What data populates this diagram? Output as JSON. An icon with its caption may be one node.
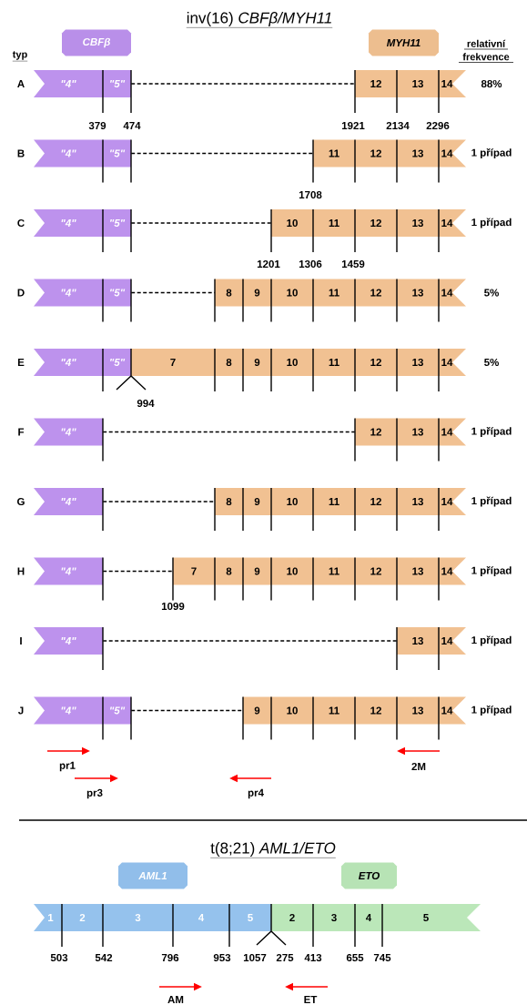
{
  "diagram": {
    "title": "inv(16) *CBFβ/MYH11*",
    "nodes": [
      {
        "text": [
          "CBFβ"
        ]
      },
      {
        "text": [
          "MYH11"
        ]
      },
      {
        "text": [
          "\"4\""
        ]
      },
      {
        "text": [
          "\"5\""
        ]
      },
      {
        "text": [
          "12"
        ]
      },
      {
        "text": [
          "13"
        ]
      },
      {
        "text": [
          "14"
        ]
      },
      {
        "text": [
          "\"4\""
        ]
      },
      {
        "text": [
          "\"5\""
        ]
      },
      {
        "text": [
          "11"
        ]
      },
      {
        "text": [
          "12"
        ]
      },
      {
        "text": [
          "13"
        ]
      },
      {
        "text": [
          "14"
        ]
      },
      {
        "text": [
          "\"4\""
        ]
      },
      {
        "text": [
          "\"5\""
        ]
      },
      {
        "text": [
          "10"
        ]
      },
      {
        "text": [
          "11"
        ]
      },
      {
        "text": [
          "12"
        ]
      },
      {
        "text": [
          "13"
        ]
      },
      {
        "text": [
          "14"
        ]
      },
      {
        "text": [
          "\"4\""
        ]
      },
      {
        "text": [
          "\"5\""
        ]
      },
      {
        "text": [
          "8"
        ]
      },
      {
        "text": [
          "9"
        ]
      },
      {
        "text": [
          "10"
        ]
      },
      {
        "text": [
          "11"
        ]
      },
      {
        "text": [
          "12"
        ]
      },
      {
        "text": [
          "13"
        ]
      },
      {
        "text": [
          "14"
        ]
      },
      {
        "text": [
          "\"4\""
        ]
      },
      {
        "text": [
          "\"5\""
        ]
      },
      {
        "text": [
          "7"
        ]
      },
      {
        "text": [
          "8"
        ]
      },
      {
        "text": [
          "9"
        ]
      },
      {
        "text": [
          "10"
        ]
      },
      {
        "text": [
          "11"
        ]
      },
      {
        "text": [
          "12"
        ]
      },
      {
        "text": [
          "13"
        ]
      },
      {
        "text": [
          "14"
        ]
      },
      {
        "text": [
          "\"4\""
        ]
      },
      {
        "text": [
          "12"
        ]
      },
      {
        "text": [
          "13"
        ]
      },
      {
        "text": [
          "14"
        ]
      },
      {
        "text": [
          "\"4\""
        ]
      },
      {
        "text": [
          "8"
        ]
      },
      {
        "text": [
          "9"
        ]
      },
      {
        "text": [
          "10"
        ]
      },
      {
        "text": [
          "11"
        ]
      },
      {
        "text": [
          "12"
        ]
      },
      {
        "text": [
          "13"
        ]
      },
      {
        "text": [
          "14"
        ]
      },
      {
        "text": [
          "\"4\""
        ]
      },
      {
        "text": [
          "7"
        ]
      },
      {
        "text": [
          "8"
        ]
      },
      {
        "text": [
          "9"
        ]
      },
      {
        "text": [
          "10"
        ]
      },
      {
        "text": [
          "11"
        ]
      },
      {
        "text": [
          "12"
        ]
      },
      {
        "text": [
          "13"
        ]
      },
      {
        "text": [
          "14"
        ]
      },
      {
        "text": [
          "\"4\""
        ]
      },
      {
        "text": [
          "13"
        ]
      },
      {
        "text": [
          "14"
        ]
      },
      {
        "text": [
          "\"4\""
        ]
      },
      {
        "text": [
          "\"5\""
        ]
      },
      {
        "text": [
          "9"
        ]
      },
      {
        "text": [
          "10"
        ]
      },
      {
        "text": [
          "11"
        ]
      },
      {
        "text": [
          "12"
        ]
      },
      {
        "text": [
          "13"
        ]
      },
      {
        "text": [
          "14"
        ]
      },
      {
        "text": [
          "AML1"
        ]
      },
      {
        "text": [
          "ETO"
        ]
      },
      {
        "text": [
          "1"
        ]
      },
      {
        "text": [
          "2"
        ]
      },
      {
        "text": [
          "3"
        ]
      },
      {
        "text": [
          "4"
        ]
      },
      {
        "text": [
          "5"
        ]
      },
      {
        "text": [
          "2"
        ]
      },
      {
        "text": [
          "3"
        ]
      },
      {
        "text": [
          "4"
        ]
      },
      {
        "text": [
          "5"
        ]
      }
    ],
    "edges": [
      {
        "from": 3,
        "to": 4,
        "arrow": "none",
        "style": "dashed"
      },
      {
        "from": 8,
        "to": 9,
        "arrow": "none",
        "style": "dashed"
      },
      {
        "from": 14,
        "to": 15,
        "arrow": "none",
        "style": "dashed"
      },
      {
        "from": 21,
        "to": 22,
        "arrow": "none",
        "style": "dashed"
      },
      {
        "from": 39,
        "to": 40,
        "arrow": "none",
        "style": "dashed"
      },
      {
        "from": 43,
        "to": 44,
        "arrow": "none",
        "style": "dashed"
      },
      {
        "from": 51,
        "to": 52,
        "arrow": "none",
        "style": "dashed"
      },
      {
        "from": 60,
        "to": 61,
        "arrow": "none",
        "style": "dashed"
      },
      {
        "from": 64,
        "to": 65,
        "arrow": "none",
        "style": "dashed"
      }
    ],
    "labels": [
      "typ",
      "relativní frekvence",
      "A",
      "88%",
      "379",
      "474",
      "1921",
      "2134",
      "2296",
      "B",
      "1 případ",
      "1708",
      "C",
      "1 případ",
      "1201",
      "1306",
      "1459",
      "D",
      "5%",
      "E",
      "5%",
      "994",
      "F",
      "1 případ",
      "G",
      "1 případ",
      "H",
      "1 případ",
      "1099",
      "I",
      "1 případ",
      "J",
      "1 případ",
      "pr1",
      "2M",
      "pr3",
      "pr4",
      "t(8;21) *AML1/ETO*",
      "503",
      "542",
      "796",
      "953",
      "1057",
      "275",
      "413",
      "655",
      "745",
      "AM",
      "ET"
    ]
  }
}
